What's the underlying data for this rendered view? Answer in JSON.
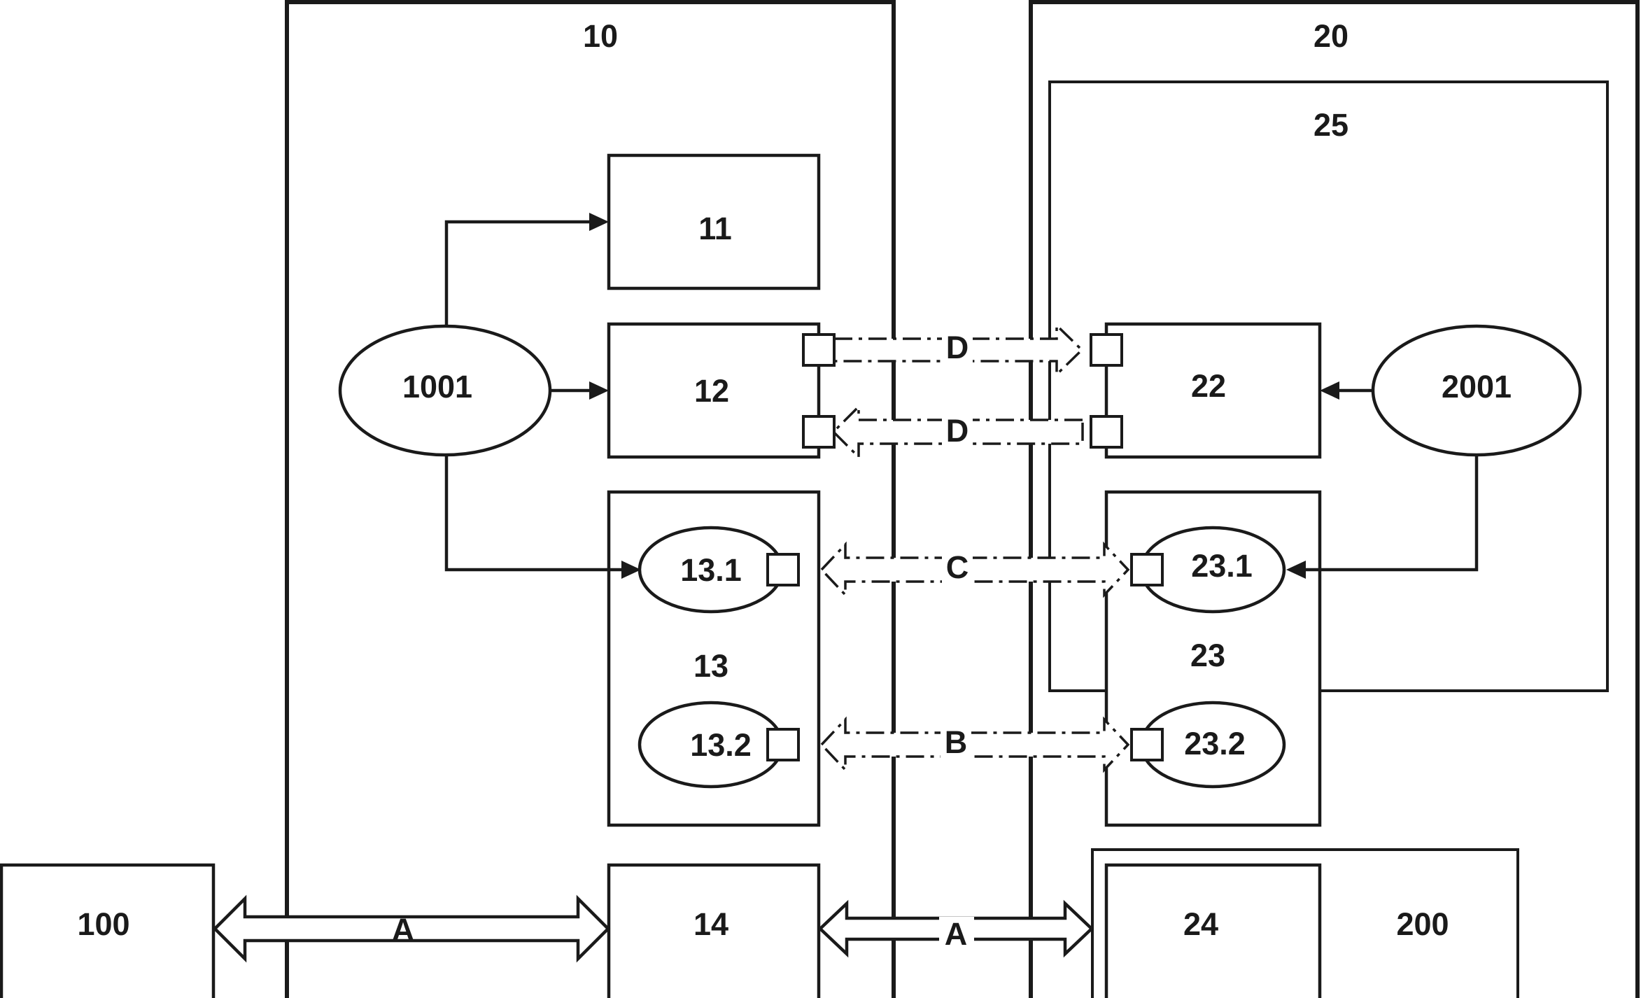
{
  "labels": {
    "box10": "10",
    "box20": "20",
    "box25": "25",
    "box11": "11",
    "box12": "12",
    "box13": "13",
    "box14": "14",
    "box22": "22",
    "box23": "23",
    "box24": "24",
    "box100": "100",
    "box200": "200",
    "node1001": "1001",
    "node2001": "2001",
    "node13_1": "13.1",
    "node13_2": "13.2",
    "node23_1": "23.1",
    "node23_2": "23.2"
  },
  "links": {
    "d_top": "D",
    "d_bottom": "D",
    "c": "C",
    "b": "B",
    "a_left": "A",
    "a_right": "A"
  }
}
